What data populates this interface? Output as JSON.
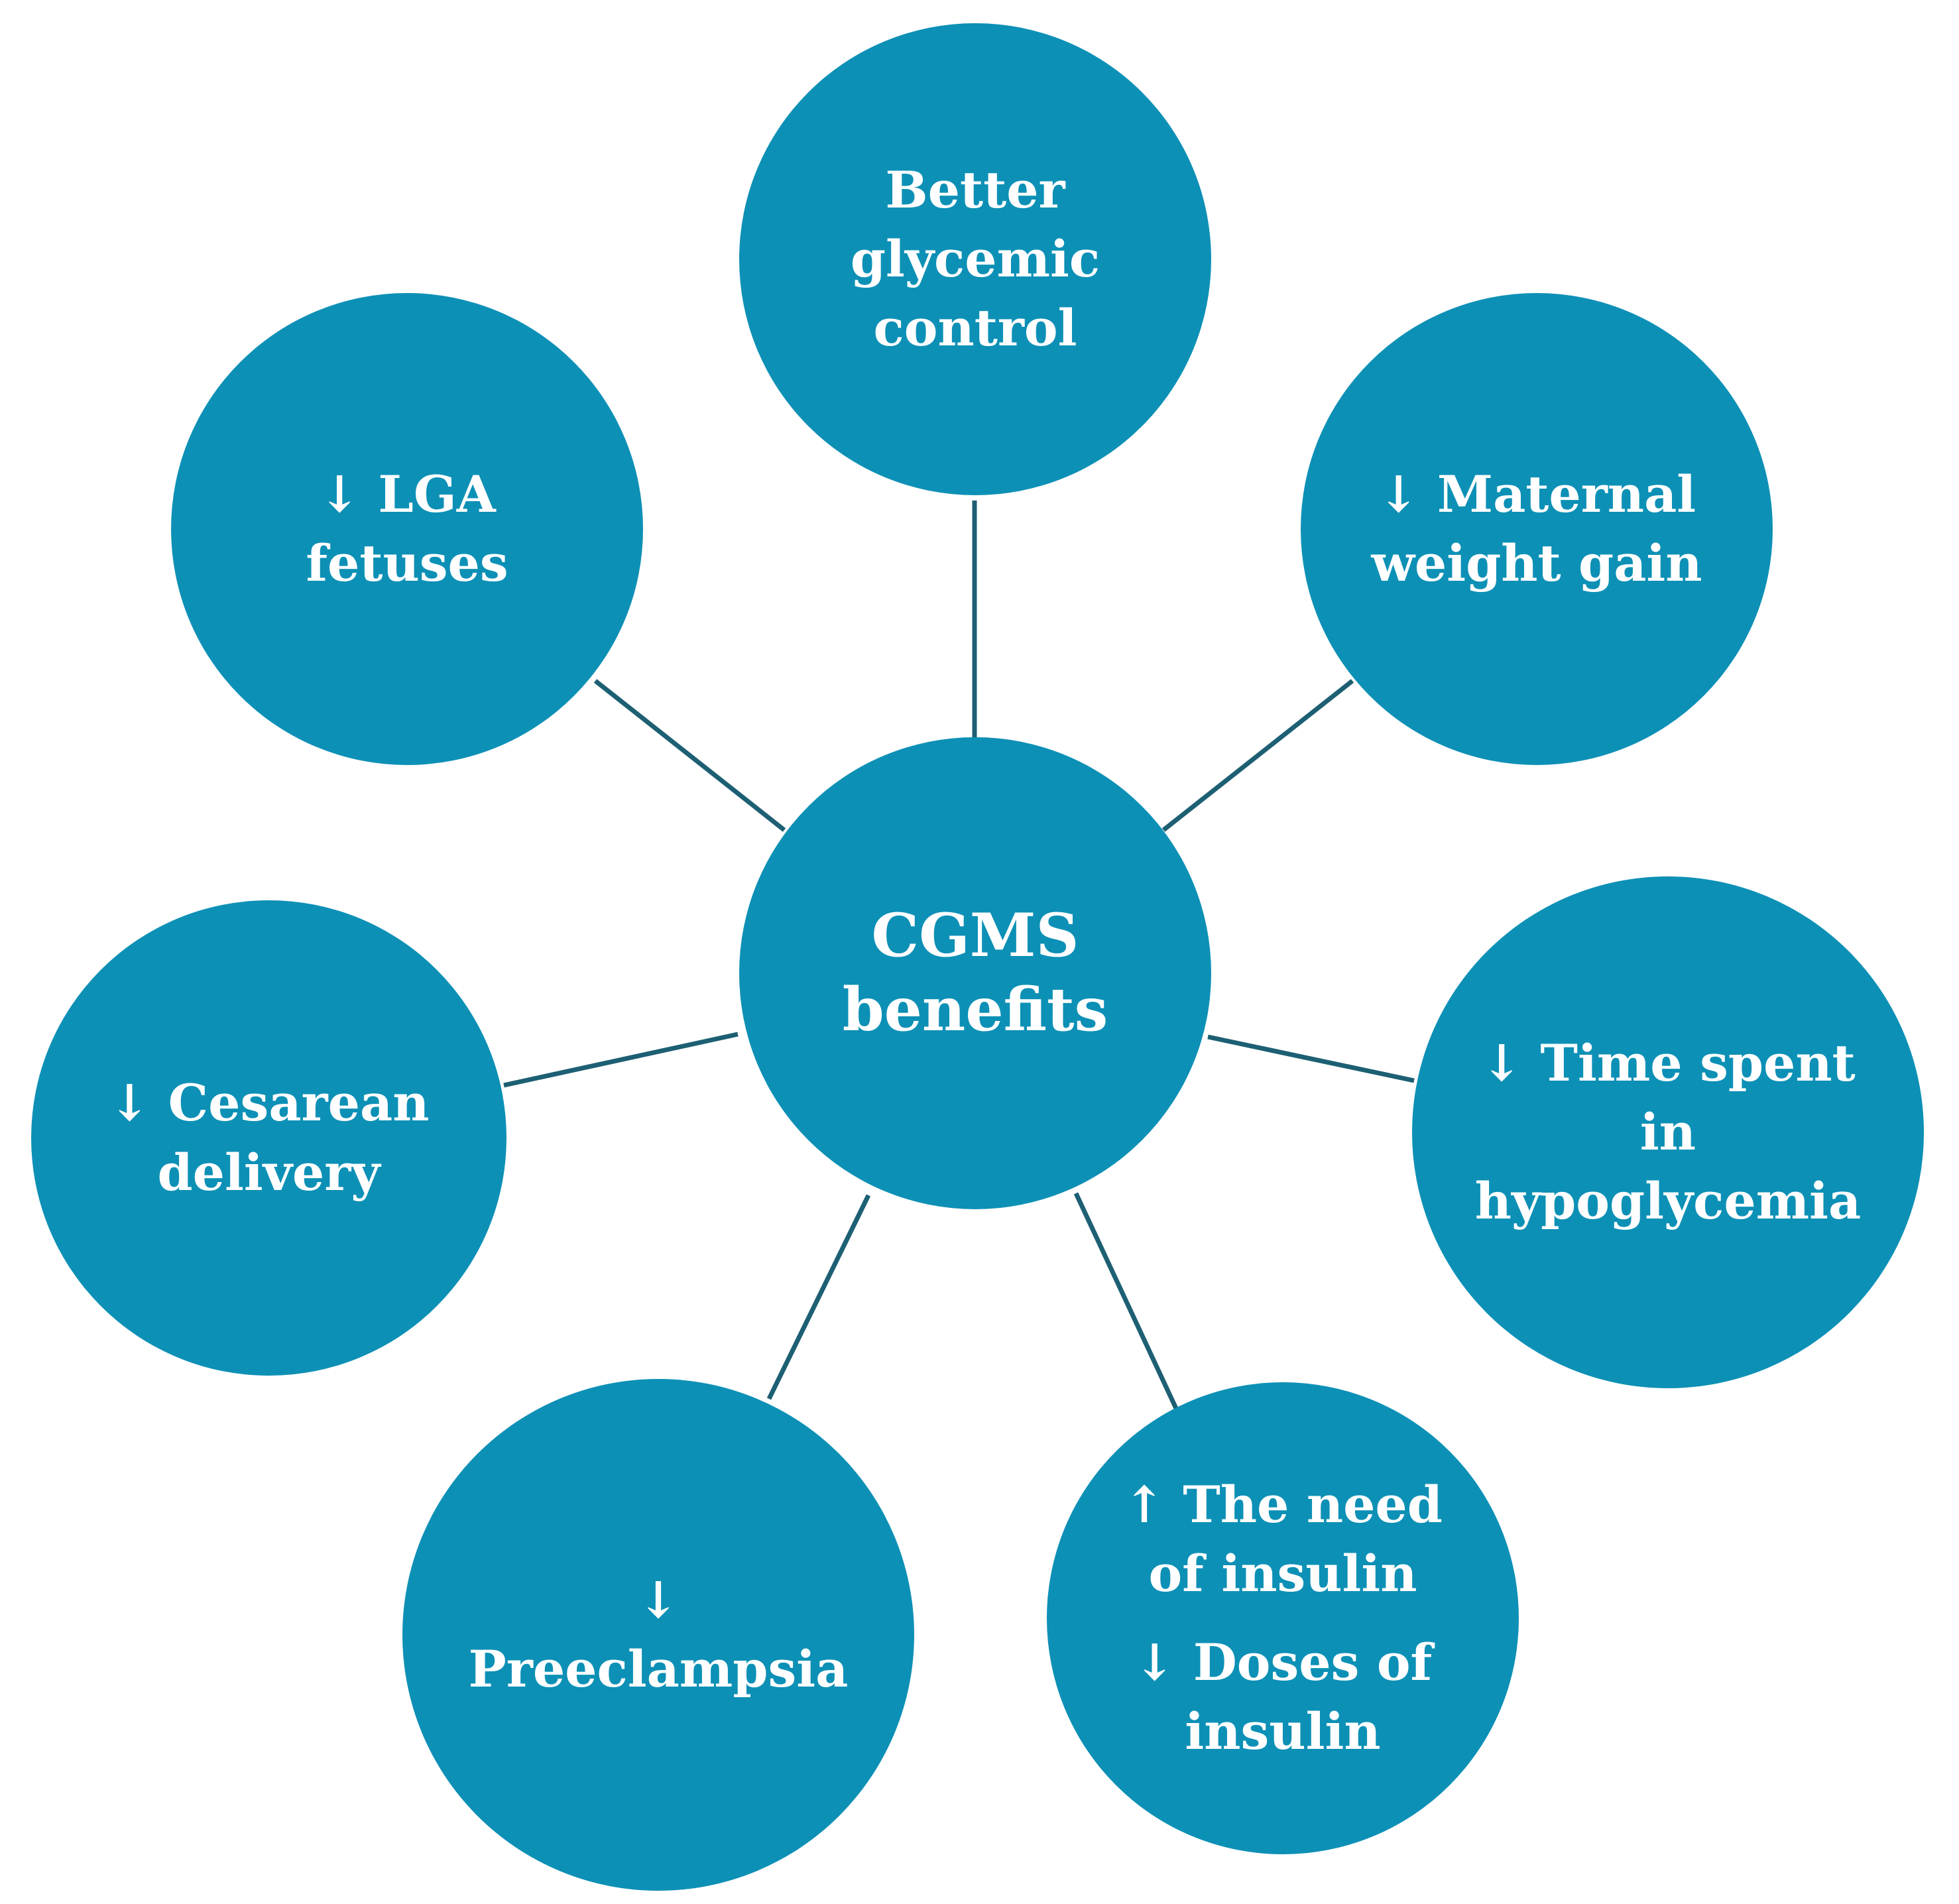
{
  "diagram": {
    "colors": {
      "node_fill": "#0d90b6",
      "connector": "#1d5f73",
      "text": "#ffffff"
    },
    "center": {
      "label": "CGMS\nbenefits"
    },
    "benefits": [
      {
        "label": "Better\nglycemic\ncontrol"
      },
      {
        "label": "↓ Maternal\nweight gain"
      },
      {
        "label": "↓ Time spent\nin\nhypoglycemia"
      },
      {
        "label_a": "↑ The need\nof insulin",
        "label_b": "↓ Doses of\ninsulin"
      },
      {
        "label": "↓\nPreeclampsia"
      },
      {
        "label": "↓ Cesarean\ndelivery"
      },
      {
        "label": "↓ LGA\nfetuses"
      }
    ]
  }
}
